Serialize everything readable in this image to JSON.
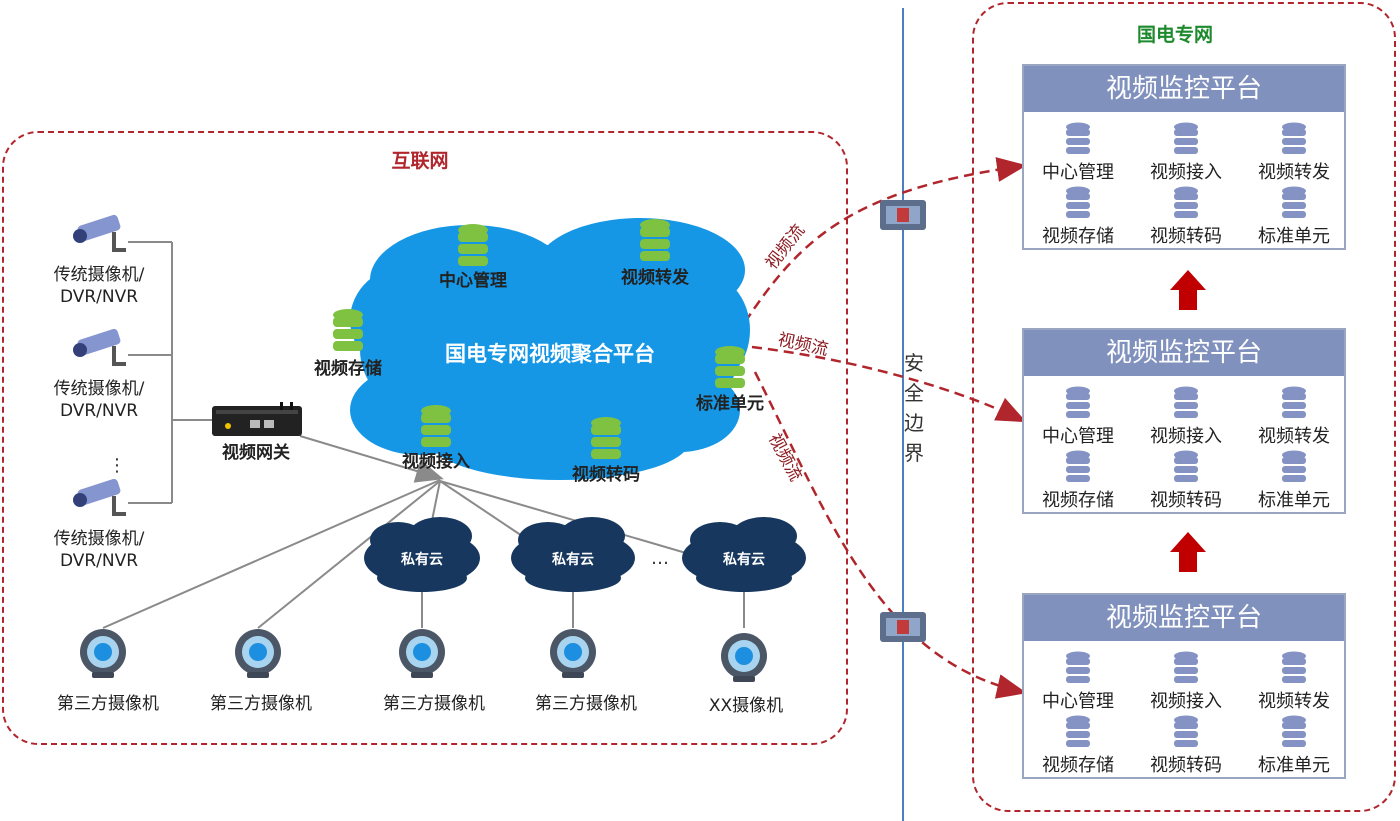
{
  "internet_zone": {
    "title": "互联网"
  },
  "grid_zone": {
    "title": "国电专网"
  },
  "boundary": {
    "label": "安全边界"
  },
  "central_cloud": {
    "title": "国电专网视频聚合平台",
    "nodes": [
      "中心管理",
      "视频转发",
      "视频存储",
      "标准单元",
      "视频接入",
      "视频转码"
    ]
  },
  "legacy_cameras": [
    "传统摄像机/\nDVR/NVR",
    "传统摄像机/\nDVR/NVR",
    "传统摄像机/\nDVR/NVR"
  ],
  "ellipsis": "⋮",
  "gateway": {
    "label": "视频网关"
  },
  "private_clouds": [
    "私有云",
    "私有云",
    "私有云"
  ],
  "private_cloud_ellipsis": "…",
  "third_party_cameras": [
    "第三方摄像机",
    "第三方摄像机",
    "第三方摄像机",
    "第三方摄像机",
    "XX摄像机"
  ],
  "flow_labels": [
    "视频流",
    "视频流",
    "视频流"
  ],
  "platforms": [
    {
      "title": "视频监控平台",
      "items": [
        "中心管理",
        "视频接入",
        "视频转发",
        "视频存储",
        "视频转码",
        "标准单元"
      ]
    },
    {
      "title": "视频监控平台",
      "items": [
        "中心管理",
        "视频接入",
        "视频转发",
        "视频存储",
        "视频转码",
        "标准单元"
      ]
    },
    {
      "title": "视频监控平台",
      "items": [
        "中心管理",
        "视频接入",
        "视频转发",
        "视频存储",
        "视频转码",
        "标准单元"
      ]
    }
  ],
  "colors": {
    "zone_border": "#b0262c",
    "internet_title": "#b0262c",
    "grid_title": "#1e8a2e",
    "cloud_blue": "#1597e6",
    "private_cloud": "#17375e",
    "db_green": "#7fc241",
    "db_blue": "#8593c4",
    "panel_header": "#8091bd",
    "flow_line": "#b0262c",
    "boundary_line": "#4a7fc1",
    "up_arrow": "#c00000"
  },
  "icons": [
    "security-camera-icon",
    "gateway-device-icon",
    "database-icon",
    "dome-camera-icon",
    "firewall-icon",
    "up-arrow-icon",
    "cloud-icon"
  ]
}
